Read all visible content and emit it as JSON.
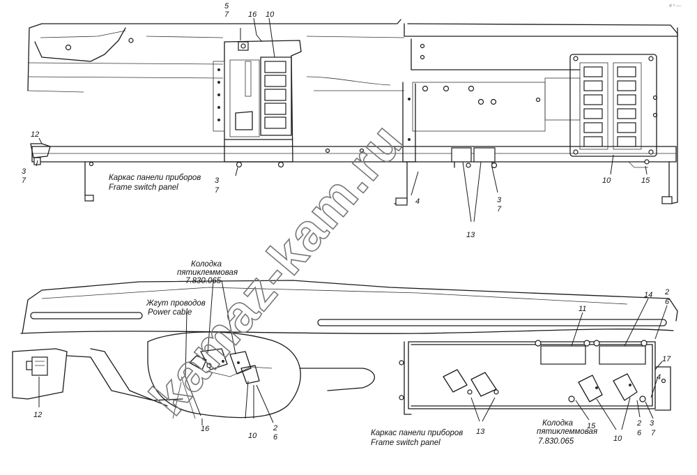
{
  "corner_mark": "я ⁿ —",
  "top_view": {
    "caption_ru": "Каркас панели приборов",
    "caption_en": "Frame switch panel",
    "callouts": {
      "c5": "5",
      "c7a": "7",
      "c16": "16",
      "c10a": "10",
      "c12": "12",
      "c3a": "3",
      "c7b": "7",
      "c3b": "3",
      "c7c": "7",
      "c4": "4",
      "c3c": "3",
      "c7d": "7",
      "c13": "13",
      "c10b": "10",
      "c15": "15"
    }
  },
  "bottom_view": {
    "connector_ru_1": "Колодка",
    "connector_ru_2": "пятиклеммовая",
    "connector_code": "7.830.065",
    "harness_ru": "Жгут проводов",
    "harness_en": "Power cable",
    "caption_ru": "Каркас панели приборов",
    "caption_en": "Frame switch panel",
    "connector2_ru_1": "Колодка",
    "connector2_ru_2": "пятиклеммовая",
    "connector2_code": "7.830.065",
    "callouts": {
      "c11": "11",
      "c14": "14",
      "c2a": "2",
      "c6a": "6",
      "c17": "17",
      "c4": "4",
      "c12": "12",
      "c16": "16",
      "c10a": "10",
      "c2b": "2",
      "c6b": "6",
      "c13": "13",
      "c15": "15",
      "c10b": "10",
      "c2c": "2",
      "c6c": "6",
      "c3": "3",
      "c7": "7"
    }
  },
  "watermark": "kamaz-kam.ru"
}
